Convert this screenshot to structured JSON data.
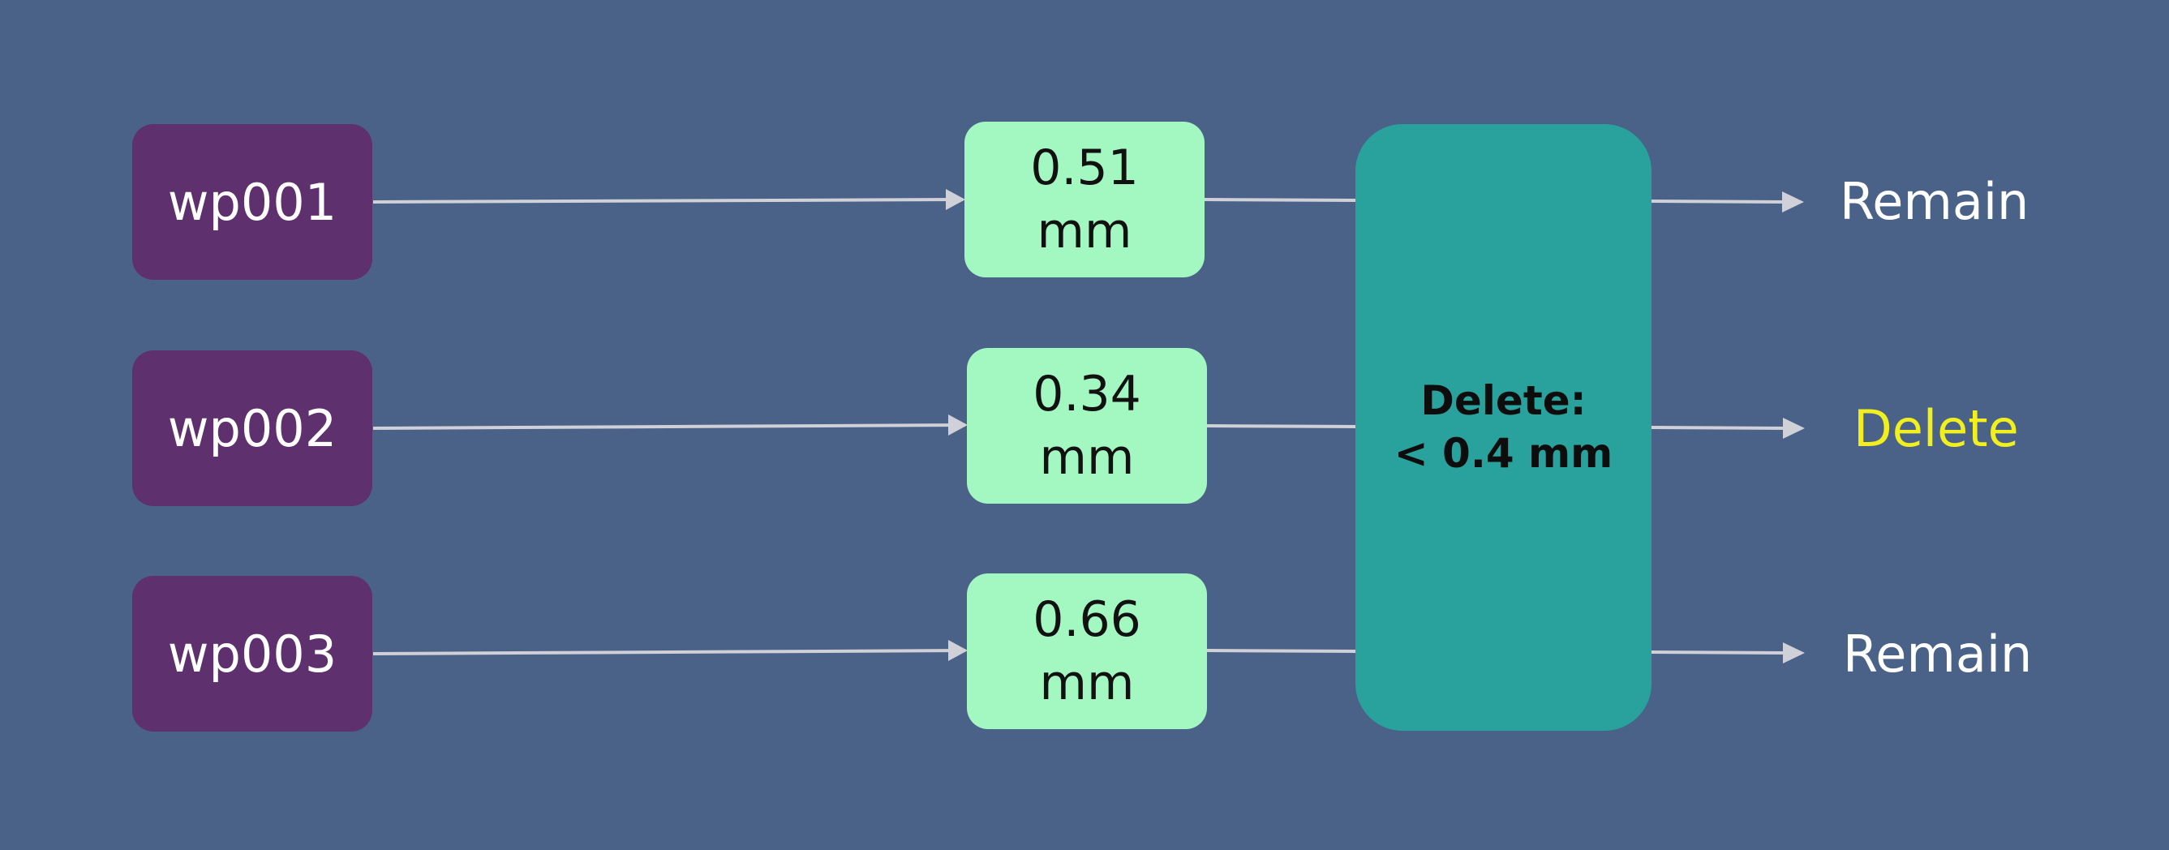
{
  "workpieces": [
    {
      "id": "wp001",
      "value": "0.51",
      "unit": "mm",
      "result": "Remain"
    },
    {
      "id": "wp002",
      "value": "0.34",
      "unit": "mm",
      "result": "Delete"
    },
    {
      "id": "wp003",
      "value": "0.66",
      "unit": "mm",
      "result": "Remain"
    }
  ],
  "rule": {
    "line1": "Delete:",
    "line2": "< 0.4 mm"
  },
  "colors": {
    "background": "#4a6288",
    "workpiece_box": "#5e316e",
    "measure_box": "#a3f7c0",
    "rule_box": "#29a19d",
    "arrow": "#d0d0d8",
    "remain_text": "#ffffff",
    "delete_text": "#f2ef1e"
  }
}
